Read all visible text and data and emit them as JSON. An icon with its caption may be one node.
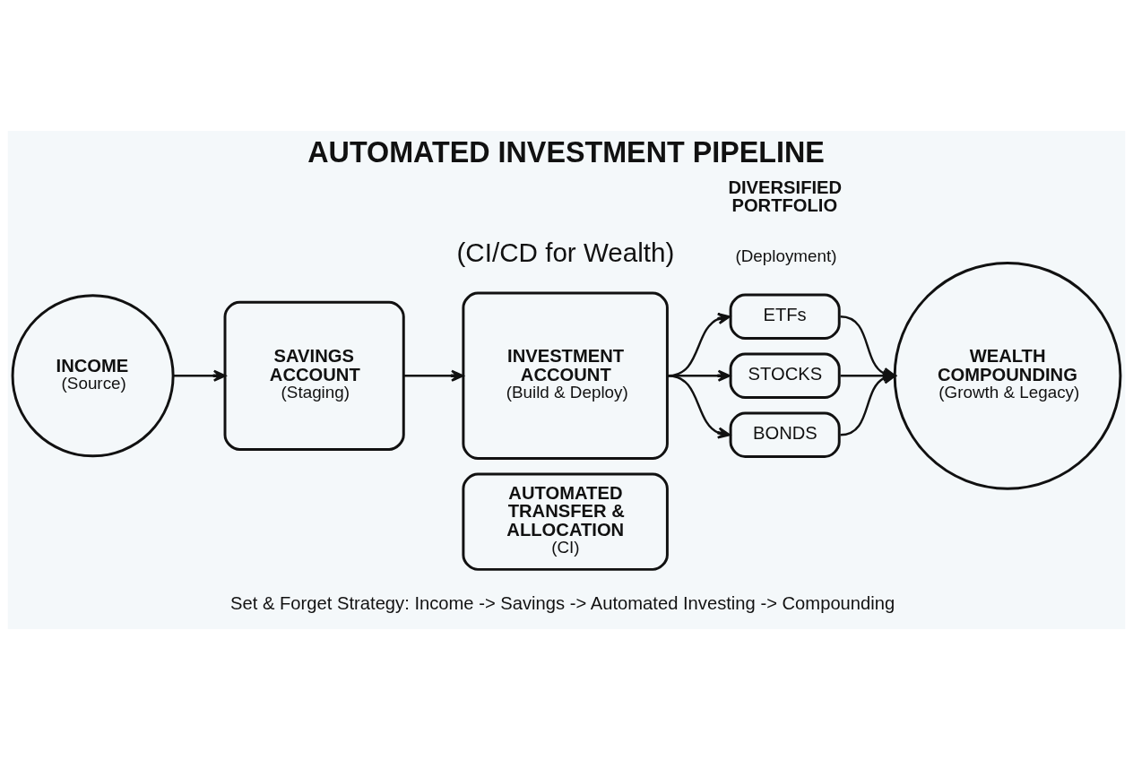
{
  "diagram": {
    "title": "AUTOMATED INVESTMENT PIPELINE",
    "caption": "Set & Forget Strategy: Income -> Savings -> Automated Investing -> Compounding",
    "nodes": [
      {
        "text": [
          "INCOME",
          "(Source)"
        ]
      },
      {
        "text": [
          "SAVINGS ACCOUNT",
          "(Staging)"
        ]
      },
      {
        "text": [
          "INVESTMENT ACCOUNT",
          "(Build & Deploy)"
        ]
      },
      {
        "text": [
          "AUTOMATED TRANSFER & ALLOCATION",
          "(CI)"
        ]
      },
      {
        "text": [
          "ETFs"
        ]
      },
      {
        "text": [
          "STOCKS"
        ]
      },
      {
        "text": [
          "BONDS"
        ]
      },
      {
        "text": [
          "WEALTH COMPOUNDING",
          "(Growth & Legacy)"
        ]
      }
    ],
    "edges": [
      {
        "from": 0,
        "to": 1,
        "arrow": "to"
      },
      {
        "from": 1,
        "to": 2,
        "arrow": "to"
      },
      {
        "from": 2,
        "to": 4,
        "arrow": "to"
      },
      {
        "from": 2,
        "to": 5,
        "arrow": "to"
      },
      {
        "from": 2,
        "to": 6,
        "arrow": "to"
      },
      {
        "from": 4,
        "to": 7,
        "arrow": "to"
      },
      {
        "from": 5,
        "to": 7,
        "arrow": "to"
      },
      {
        "from": 6,
        "to": 7,
        "arrow": "to"
      }
    ],
    "labels": [
      "(CI/CD for Wealth)",
      "DIVERSIFIED PORTFOLIO",
      "(Deployment)"
    ]
  }
}
